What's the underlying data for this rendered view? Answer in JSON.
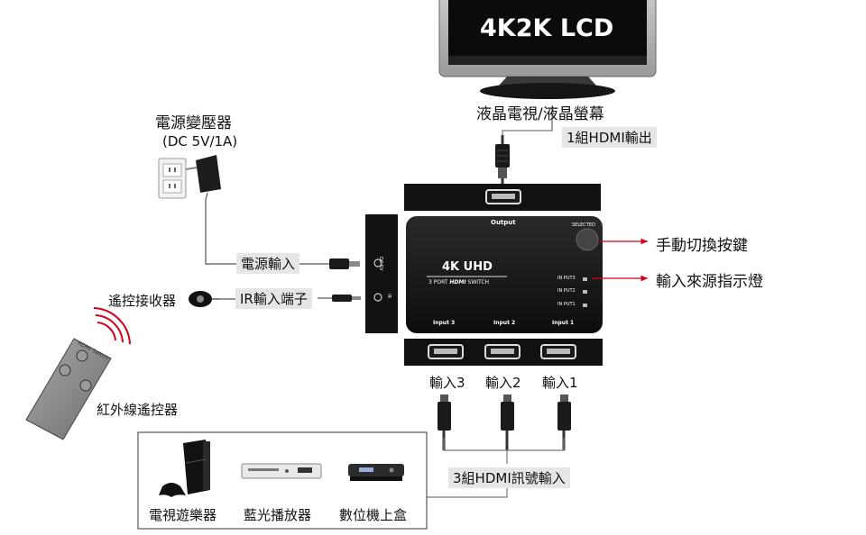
{
  "tv": {
    "screen_text": "4K2K LCD",
    "label": "液晶電視/液晶螢幕",
    "hdmi_out_label": "1組HDMI輸出"
  },
  "adapter": {
    "title": "電源變壓器",
    "spec": "(DC 5V/1A)"
  },
  "switch": {
    "output_label": "Output",
    "selected_label": "SELECTED",
    "brand": "4K UHD",
    "subtitle_pre": "3 PORT",
    "subtitle_logo": "HDMI",
    "subtitle_post": "SWITCH",
    "indicators": [
      "IN PUT3",
      "IN PUT2",
      "IN PUT1"
    ],
    "inputs": [
      "Input 3",
      "Input 2",
      "Input 1"
    ],
    "side_dc": "DC 5V",
    "side_ir": "IR"
  },
  "callouts": {
    "power_in": "電源輸入",
    "ir_port": "IR輸入端子",
    "ir_receiver": "遙控接收器",
    "manual_button": "手動切換按鍵",
    "input_indicator": "輸入來源指示燈",
    "remote": "紅外線遙控器",
    "remote_print": "HDMI Switch",
    "input_ports": [
      "輸入3",
      "輸入2",
      "輸入1"
    ],
    "hdmi_in": "3組HDMI訊號輸入"
  },
  "sources": [
    "電視遊樂器",
    "藍光播放器",
    "數位機上盒"
  ],
  "colors": {
    "arrow": "#d0021b",
    "remote_waves": "#d0021b",
    "device_dark": "#1a1a1a"
  }
}
